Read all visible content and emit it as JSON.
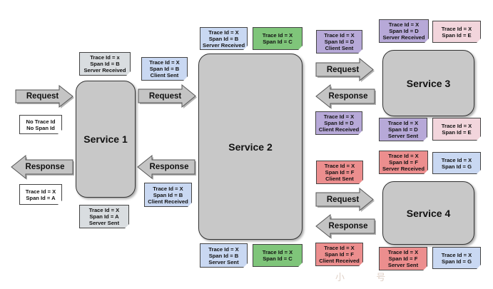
{
  "services": {
    "s1": "Service 1",
    "s2": "Service 2",
    "s3": "Service 3",
    "s4": "Service 4"
  },
  "arrows": {
    "request": "Request",
    "response": "Response"
  },
  "notes": {
    "s1_in": [
      "No Trace Id",
      "No Span Id"
    ],
    "s1_out": [
      "Trace Id = X",
      "Span Id = A"
    ],
    "s1_recv": [
      "Trace Id = x",
      "Span Id = B",
      "Server Received"
    ],
    "s1_sent_top": [
      "Trace Id = X",
      "Span Id = B",
      "Client Sent"
    ],
    "s1_recv_bottom": [
      "Trace Id = X",
      "Span Id = B",
      "Client Received"
    ],
    "s1_server_sent": [
      "Trace Id = X",
      "Span Id = A",
      "Server Sent"
    ],
    "s2_recv": [
      "Trace Id = X",
      "Span Id = B",
      "Server Received"
    ],
    "s2_recv_c": [
      "Trace Id = X",
      "Span Id = C"
    ],
    "s2_sent": [
      "Trace Id = X",
      "Span Id = B",
      "Server Sent"
    ],
    "s2_sent_c": [
      "Trace Id = X",
      "Span Id = C"
    ],
    "s3_client_sent": [
      "Trace Id = X",
      "Span Id = D",
      "Client Sent"
    ],
    "s3_client_recv": [
      "Trace Id = X",
      "Span Id = D",
      "Client Received"
    ],
    "s3_server_recv": [
      "Trace Id = X",
      "Span Id = D",
      "Server Received"
    ],
    "s3_server_recv_e": [
      "Trace Id = X",
      "Span Id = E"
    ],
    "s3_server_sent": [
      "Trace Id = X",
      "Span Id = D",
      "Server Sent"
    ],
    "s3_server_sent_e": [
      "Trace Id = X",
      "Span Id = E"
    ],
    "s4_client_sent": [
      "Trace Id = X",
      "Span Id = F",
      "Client Sent"
    ],
    "s4_client_recv": [
      "Trace Id = X",
      "Span Id = F",
      "Client Received"
    ],
    "s4_server_recv": [
      "Trace Id = X",
      "Span Id = F",
      "Server Received"
    ],
    "s4_server_recv_g": [
      "Trace Id = X",
      "Span Id = G"
    ],
    "s4_server_sent": [
      "Trace Id = X",
      "Span Id = F",
      "Server Sent"
    ],
    "s4_server_sent_g": [
      "Trace Id = X",
      "Span Id = G"
    ]
  },
  "colors": {
    "service_fill": "#c8c8c8",
    "arrow_fill": "#c4c4c4",
    "note_white": "#ffffff",
    "note_gray": "#d9dde0",
    "note_blue": "#c9d8f2",
    "note_green": "#7fc57a",
    "note_purple": "#b7a9d8",
    "note_pink": "#f2d5dc",
    "note_red": "#ec8e8e"
  }
}
